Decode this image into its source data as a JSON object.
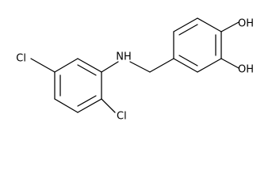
{
  "molecule": {
    "atoms": {
      "oh_top": "OH",
      "oh_bottom": "OH",
      "nh": "NH",
      "cl_left": "Cl",
      "cl_bottom": "Cl"
    }
  }
}
